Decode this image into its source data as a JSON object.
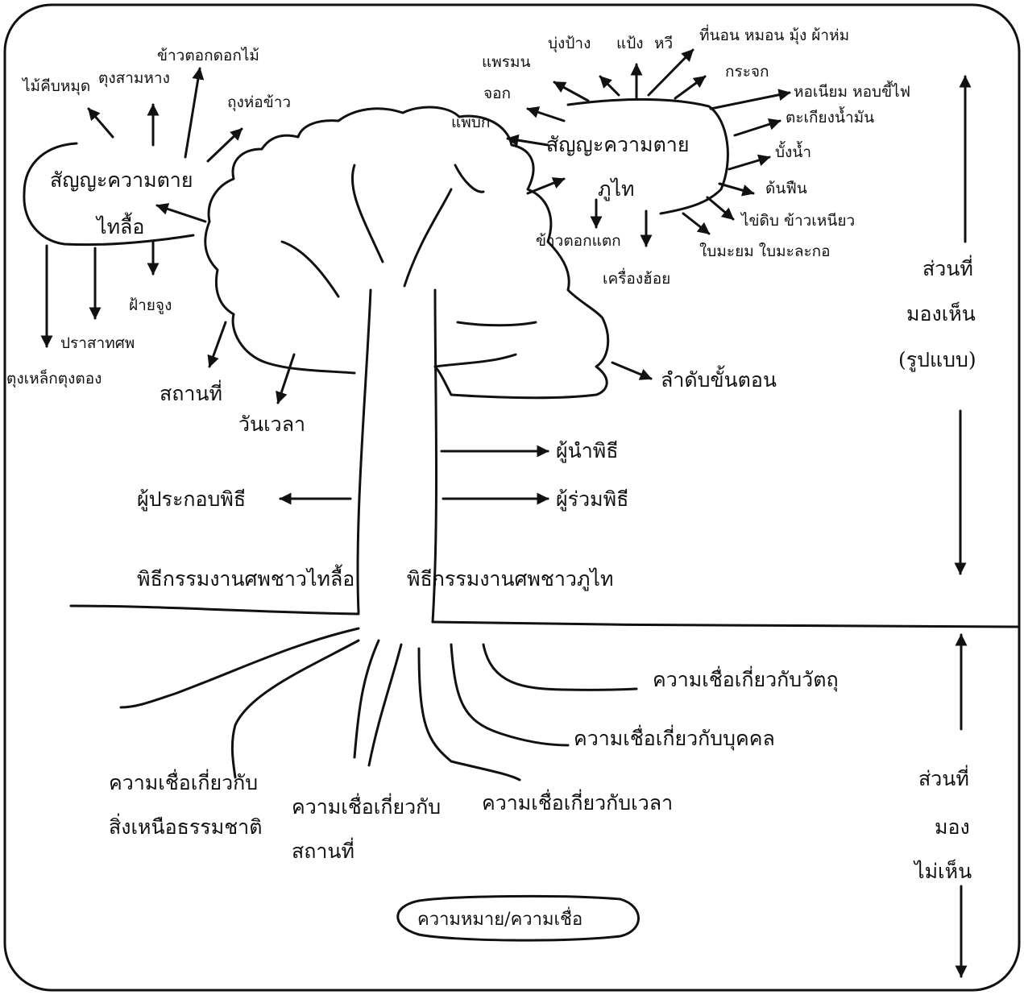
{
  "left_cloud": {
    "title": "สัญญะความตาย",
    "group": "ไทลื้อ",
    "items": [
      "ไม้คีบหมุด",
      "ตุงสามหาง",
      "ข้าวตอกดอกไม้",
      "ถุงห่อข้าว",
      "ฝ้ายจูง",
      "ปราสาทศพ",
      "ตุงเหล็กตุงตอง"
    ]
  },
  "right_cloud": {
    "title": "สัญญะความตาย",
    "group": "ภูไท",
    "items": [
      "แพรมน",
      "จอก",
      "แพบก",
      "บุ่งป้าง",
      "แป้ง",
      "หวี",
      "ที่นอน หมอน มุ้ง ผ้าห่ม",
      "กระจก",
      "หอเนียม หอบขี้ไฟ",
      "ตะเกียงน้ำมัน",
      "บั้งน้ำ",
      "ด้นฟืน",
      "ไข่ดิบ ข้าวเหนียว",
      "ใบมะยม ใบมะละกอ",
      "ข้าวตอกแตก",
      "เครื่องฮ้อย"
    ]
  },
  "canopy": {
    "place": "สถานที่",
    "time": "วันเวลา",
    "sequence": "ลำดับขั้นตอน"
  },
  "trunk": {
    "performer": "ผู้ประกอบพิธี",
    "leader": "ผู้นำพิธี",
    "participant": "ผู้ร่วมพิธี",
    "left_title": "พิธีกรรมงานศพชาวไทลื้อ",
    "right_title": "พิธีกรรมงานศพชาวภูไท"
  },
  "roots": {
    "objects": "ความเชื่อเกี่ยวกับวัตถุ",
    "person": "ความเชื่อเกี่ยวกับบุคคล",
    "time": "ความเชื่อเกี่ยวกับเวลา",
    "supernatural": [
      "ความเชื่อเกี่ยวกับ",
      "สิ่งเหนือธรรมชาติ"
    ],
    "place": [
      "ความเชื่อเกี่ยวกับ",
      "สถานที่"
    ]
  },
  "side": {
    "visible": [
      "ส่วนที่",
      "มองเห็น",
      "(รูปแบบ)"
    ],
    "invisible": [
      "ส่วนที่",
      "มอง",
      "ไม่เห็น"
    ]
  },
  "bottom_label": "ความหมาย/ความเชื่อ",
  "colors": {
    "ink": "#111111",
    "background": "#ffffff"
  }
}
